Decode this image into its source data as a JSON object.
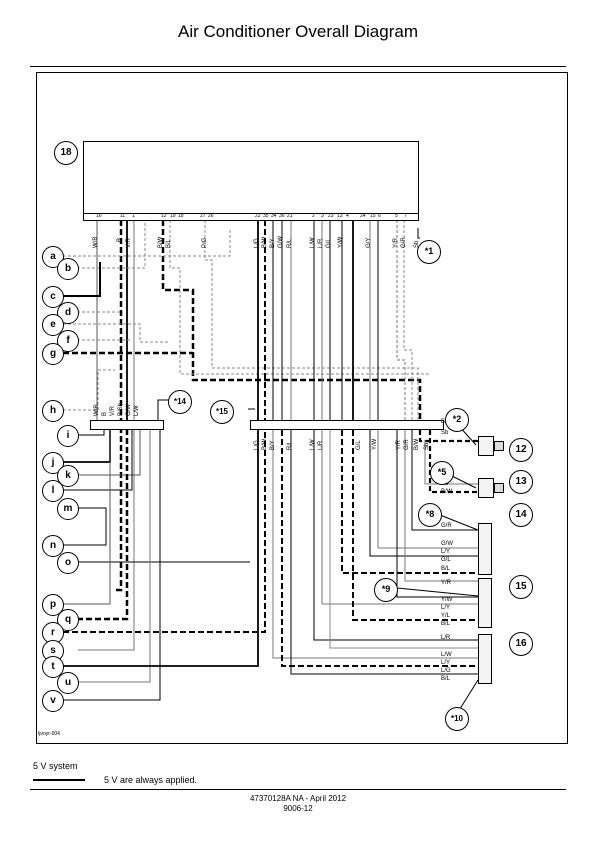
{
  "page": {
    "title": "Air Conditioner Overall Diagram",
    "legend_name": "5 V system",
    "legend_desc": "5 V are always applied.",
    "diagram_code": "tjvoyr-004",
    "doc_number": "47370128A NA - April 2012",
    "page_number": "9006-12"
  },
  "callouts": {
    "c18": "18",
    "c1": "*1",
    "c2": "*2",
    "c5": "*5",
    "c8": "*8",
    "c9": "*9",
    "c10": "*10",
    "c14": "*14",
    "c15": "*15",
    "n12": "12",
    "n13": "13",
    "n14": "14",
    "n15": "15",
    "n16": "16",
    "a": "a",
    "b": "b",
    "c": "c",
    "d": "d",
    "e": "e",
    "f": "f",
    "g": "g",
    "h": "h",
    "i": "i",
    "j": "j",
    "k": "k",
    "l": "l",
    "m": "m",
    "n": "n",
    "o": "o",
    "p": "p",
    "q": "q",
    "r": "r",
    "s": "s",
    "t": "t",
    "u": "u",
    "v": "v"
  },
  "pins": {
    "p16": "16",
    "p11": "11",
    "p1": "1",
    "p12": "12",
    "p19": "19",
    "p18": "18",
    "p27": "27",
    "p26": "26",
    "p22": "22",
    "p35": "35",
    "p34": "34",
    "p36": "36",
    "p21": "21",
    "p2": "2",
    "p3": "3",
    "p23": "23",
    "p13": "13",
    "p4": "4",
    "p24": "24",
    "p15": "15",
    "p6": "6",
    "p5": "5",
    "p7": "7"
  },
  "wires": {
    "sensor_right": {
      "bw1": "B/W",
      "sb1": "Sb",
      "sb2": "Sb",
      "bw2": "B/W",
      "gr": "G/R",
      "gw": "G/W",
      "ly1": "L/Y",
      "gl": "G/L",
      "bl1": "B/L",
      "yr": "Y/R",
      "yw": "Y/W",
      "ly2": "L/Y",
      "yl": "Y/L",
      "bl2": "B/L",
      "lr": "L/R",
      "lw": "L/W",
      "ly3": "L/Y",
      "lg": "L/G",
      "bl3": "B/L"
    },
    "top": {
      "w1": "W/B",
      "w2": "B",
      "w3": "V/R",
      "w4": "B/W",
      "w5": "B/L",
      "w6": "P/G",
      "w7": "L/G",
      "w8": "B/W",
      "w9": "B/Y",
      "w10": "G/W",
      "w11": "R/L",
      "w12": "L/W",
      "w13": "L/R",
      "w14": "G/L",
      "w15": "Y/W",
      "w16": "G/Y",
      "w17": "Y/R",
      "w18": "G/R",
      "w19": "Sb"
    },
    "c14": {
      "w1": "W/R",
      "w2": "B",
      "w3": "V/R",
      "w4": "B/Sb",
      "w5": "G/W",
      "w6": "L/W"
    },
    "c15": {
      "w1": "L/G",
      "w2": "B/W",
      "w3": "B/Y",
      "w4": "R/L",
      "w5": "L/W",
      "w6": "L/R",
      "w7": "G/L",
      "w8": "Y/W",
      "w9": "Y/R",
      "w10": "G/R",
      "w11": "B/W",
      "w12": "Sb"
    }
  }
}
